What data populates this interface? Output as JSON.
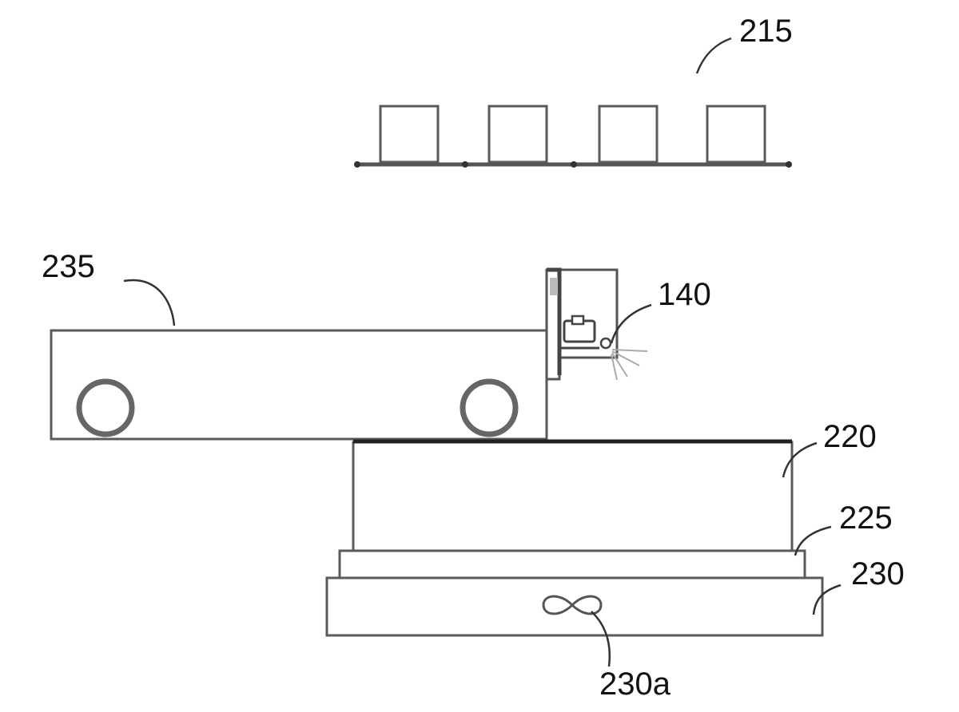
{
  "labels": {
    "ref_215": "215",
    "ref_235": "235",
    "ref_140": "140",
    "ref_220": "220",
    "ref_225": "225",
    "ref_230": "230",
    "ref_230a": "230a"
  },
  "colors": {
    "line": "#5a5a5a",
    "dark_line": "#333333",
    "text": "#111111",
    "background": "#ffffff"
  },
  "icons": {
    "infinity": "infinity-icon",
    "camera": "camera-icon",
    "wheel": "wheel-icon"
  }
}
